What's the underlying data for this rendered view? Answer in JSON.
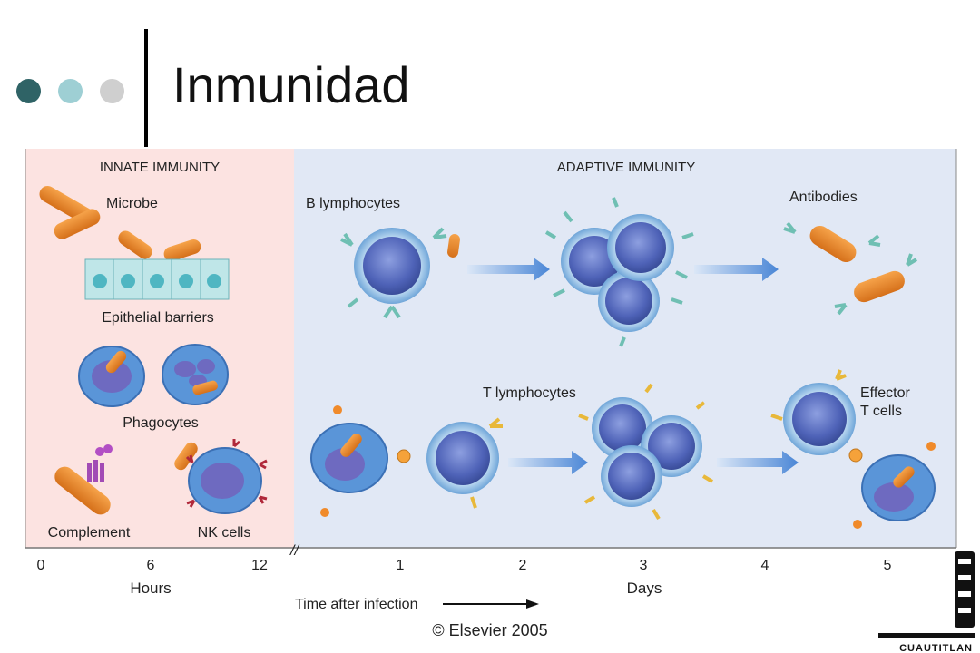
{
  "slide": {
    "title": "Inmunidad",
    "bullet_colors": [
      "#2f6366",
      "#9ecfd4",
      "#cfcfcf"
    ]
  },
  "figure": {
    "innate_header": "INNATE IMMUNITY",
    "adaptive_header": "ADAPTIVE IMMUNITY",
    "labels": {
      "microbe": "Microbe",
      "epithelial": "Epithelial barriers",
      "phagocytes": "Phagocytes",
      "complement": "Complement",
      "nk": "NK cells",
      "b_lymph": "B lymphocytes",
      "antibodies": "Antibodies",
      "t_lymph": "T lymphocytes",
      "effector_1": "Effector",
      "effector_2": "T cells"
    },
    "colors": {
      "innate_bg": "#fce3e1",
      "adaptive_bg": "#e1e8f5",
      "cell": "#5b74c4",
      "microbe": "#e8892a",
      "antibody": "#6fbfb3",
      "receptor": "#e8b83a",
      "arrow": "#5f93d8"
    },
    "axis": {
      "hour_ticks": [
        "0",
        "6",
        "12"
      ],
      "hours_label": "Hours",
      "day_ticks": [
        "1",
        "2",
        "3",
        "4",
        "5"
      ],
      "days_label": "Days",
      "time_label": "Time after infection",
      "copyright": "© Elsevier 2005"
    }
  },
  "logo": {
    "text": "CUAUTITLAN",
    "icon": "unam-crest-icon"
  }
}
